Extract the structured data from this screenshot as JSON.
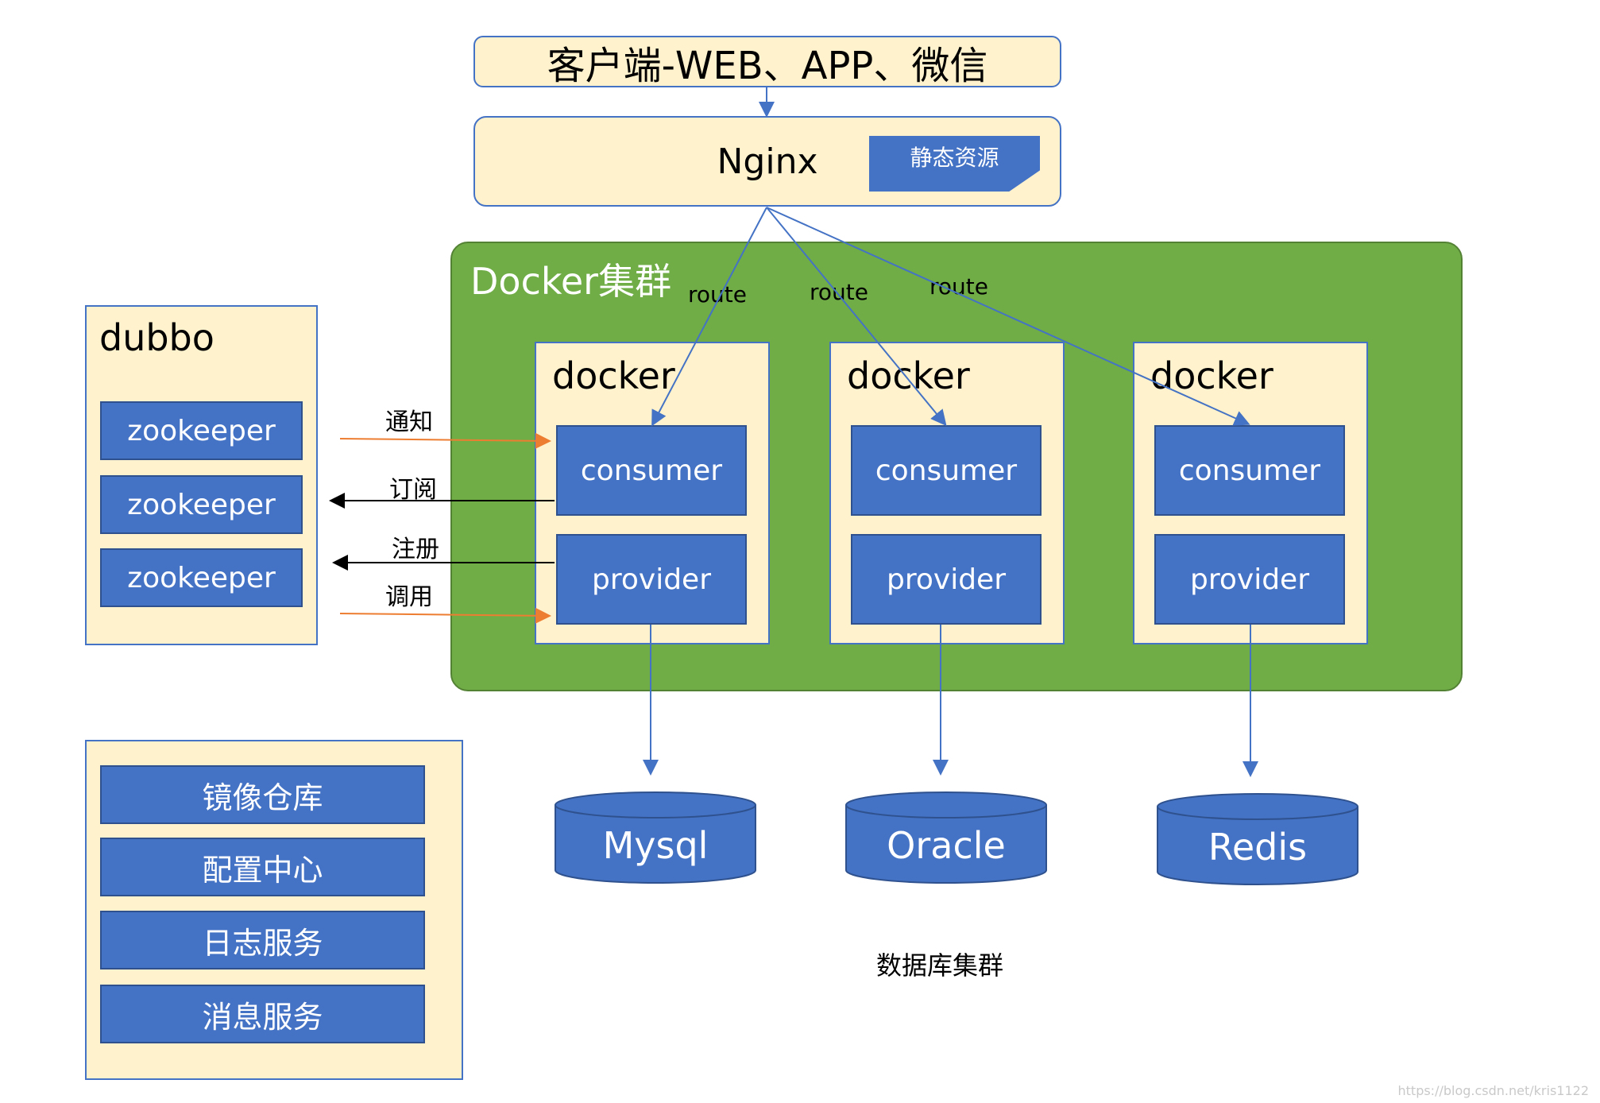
{
  "client": {
    "label": "客户端-WEB、APP、微信"
  },
  "nginx": {
    "label": "Nginx",
    "static_resources": "静态资源"
  },
  "cluster": {
    "title": "Docker集群"
  },
  "routes": [
    "route",
    "route",
    "route"
  ],
  "dockers": [
    {
      "title": "docker",
      "consumer": "consumer",
      "provider": "provider"
    },
    {
      "title": "docker",
      "consumer": "consumer",
      "provider": "provider"
    },
    {
      "title": "docker",
      "consumer": "consumer",
      "provider": "provider"
    }
  ],
  "dubbo": {
    "title": "dubbo",
    "nodes": [
      "zookeeper",
      "zookeeper",
      "zookeeper"
    ]
  },
  "interactions": {
    "notify": "通知",
    "subscribe": "订阅",
    "register": "注册",
    "invoke": "调用"
  },
  "infra": {
    "items": [
      "镜像仓库",
      "配置中心",
      "日志服务",
      "消息服务"
    ]
  },
  "databases": {
    "items": [
      "Mysql",
      "Oracle",
      "Redis"
    ],
    "caption": "数据库集群"
  },
  "watermark": "https://blog.csdn.net/kris1122",
  "colors": {
    "cream": "#fff2cc",
    "blue": "#4472c4",
    "green": "#70ad47",
    "orange_arrow": "#ed7d31",
    "black_arrow": "#000000"
  }
}
